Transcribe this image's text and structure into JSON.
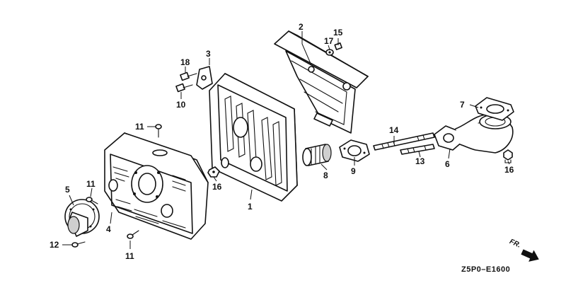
{
  "callouts": [
    "1",
    "2",
    "3",
    "4",
    "5",
    "6",
    "7",
    "8",
    "9",
    "10",
    "11",
    "12",
    "13",
    "14",
    "15",
    "16",
    "17",
    "18"
  ],
  "front_marker": "FR.",
  "diagram_code": "Z5P0–E1600"
}
